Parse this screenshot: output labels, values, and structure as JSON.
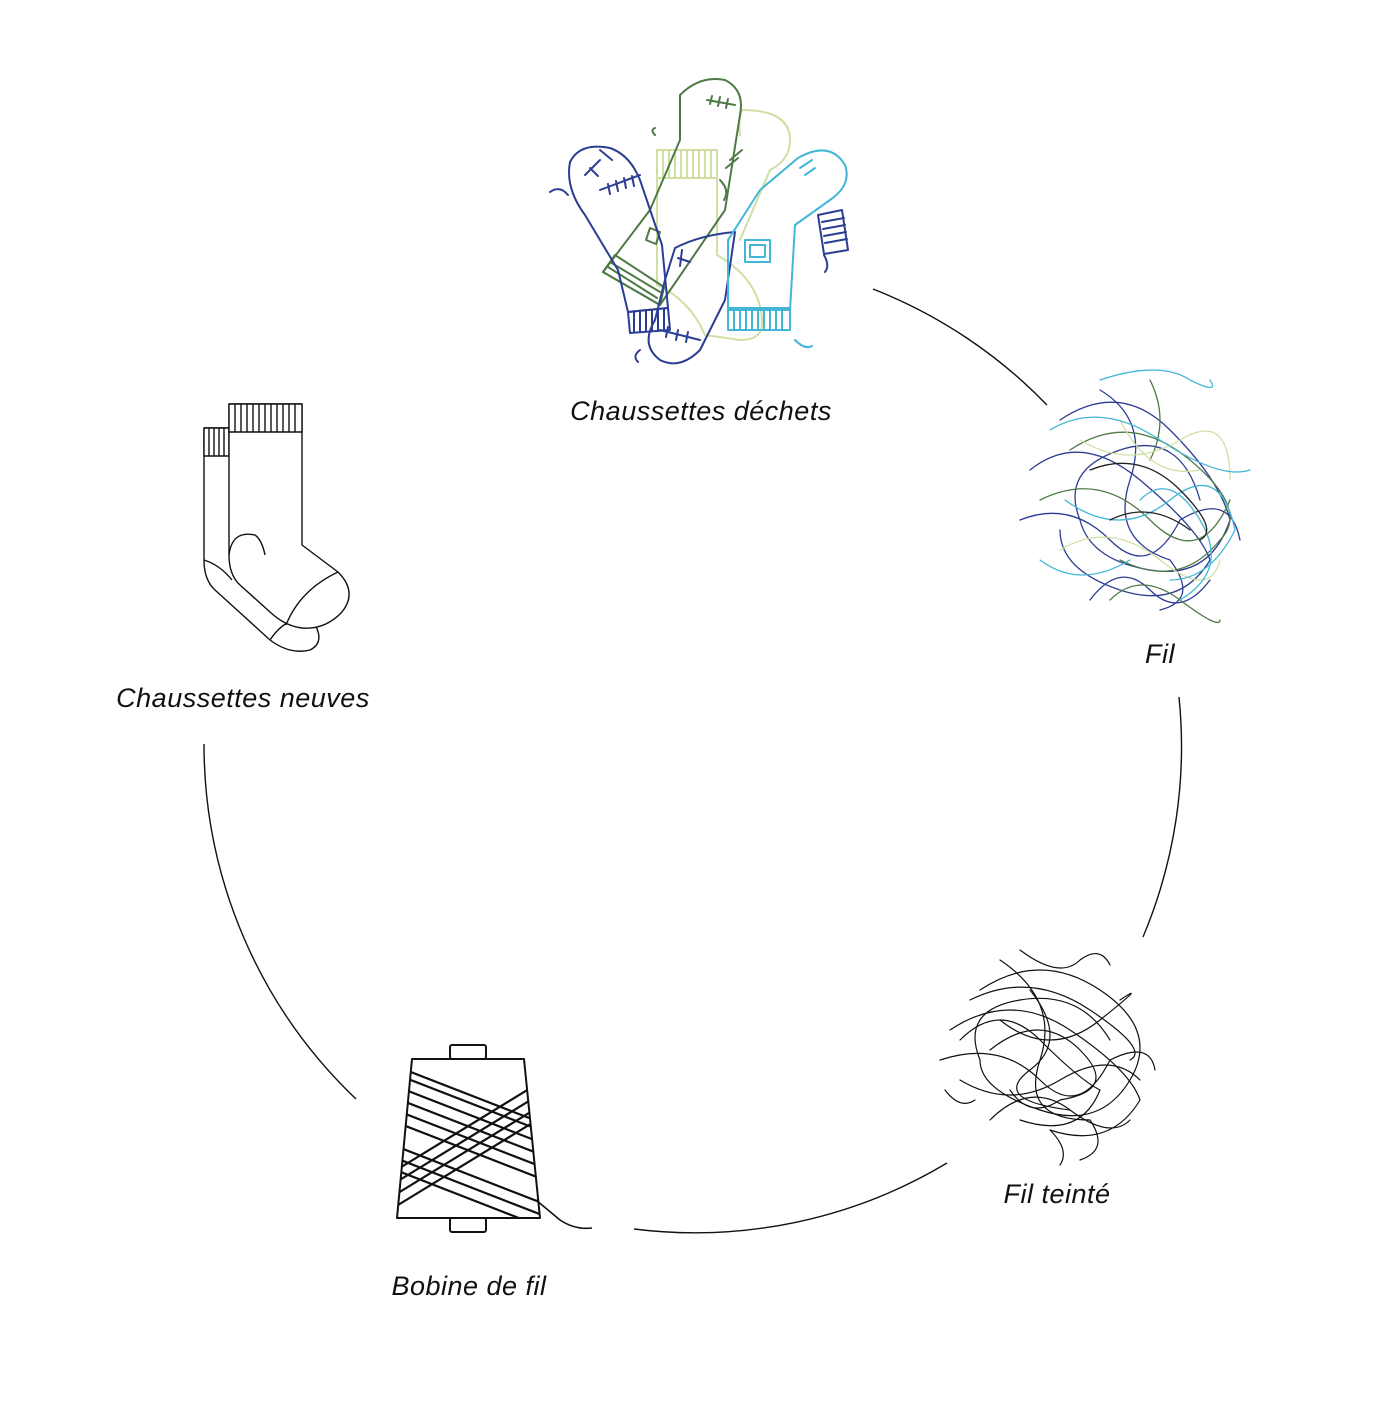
{
  "diagram": {
    "type": "circular-process",
    "steps": [
      {
        "id": "waste",
        "label": "Chaussettes déchets",
        "icon": "waste-socks-icon"
      },
      {
        "id": "yarn",
        "label": "Fil",
        "icon": "fiber-tangle-icon"
      },
      {
        "id": "dyed",
        "label": "Fil teinté",
        "icon": "dyed-fiber-tangle-icon"
      },
      {
        "id": "bobbin",
        "label": "Bobine de fil",
        "icon": "yarn-bobbin-icon"
      },
      {
        "id": "new",
        "label": "Chaussettes neuves",
        "icon": "new-socks-icon"
      }
    ],
    "colors": {
      "line": "#111111",
      "navy": "#2c3d94",
      "forest": "#4e7a45",
      "pale_green": "#cfe0a2",
      "sky": "#42b6d6"
    }
  }
}
